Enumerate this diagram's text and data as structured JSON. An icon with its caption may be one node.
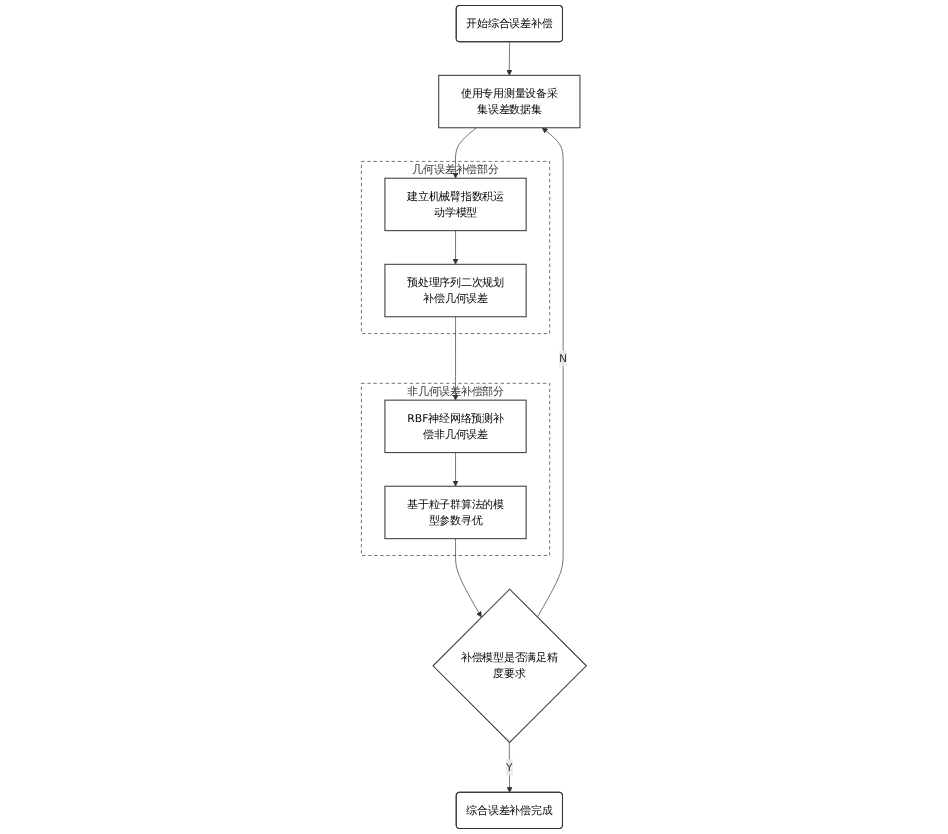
{
  "diagram": {
    "nodes": [
      {
        "text": [
          "开始综合误差补偿"
        ]
      },
      {
        "text": [
          "使用专用测量设备采集误差数据集"
        ]
      },
      {
        "text": [
          "补偿模型是否满足精度要求"
        ]
      },
      {
        "text": [
          "综合误差补偿完成"
        ]
      },
      {
        "text": [
          "几何误差补偿部分"
        ]
      },
      {
        "text": [
          "建立机械臂指数积运动学模型"
        ],
        "in": 4
      },
      {
        "text": [
          "预处理序列二次规划补偿几何误差"
        ],
        "in": 4
      },
      {
        "text": [
          "非几何误差补偿部分"
        ]
      },
      {
        "text": [
          "基于粒子群算法的模型参数寻优"
        ],
        "in": 7
      },
      {
        "text": [
          "RBF神经网络预测补偿非几何误差"
        ],
        "in": 7
      }
    ],
    "edges": [
      {
        "from": 0,
        "to": 1,
        "arrow": "to"
      },
      {
        "from": 1,
        "to": 5,
        "arrow": "to"
      },
      {
        "from": 5,
        "to": 6,
        "arrow": "to"
      },
      {
        "from": 6,
        "to": 9,
        "arrow": "to"
      },
      {
        "from": 9,
        "to": 8,
        "arrow": "to"
      },
      {
        "from": 8,
        "to": 2,
        "arrow": "to"
      },
      {
        "from": 2,
        "to": 1,
        "arrow": "to",
        "label": "N"
      },
      {
        "from": 2,
        "to": 3,
        "arrow": "to",
        "label": "Y"
      }
    ]
  }
}
